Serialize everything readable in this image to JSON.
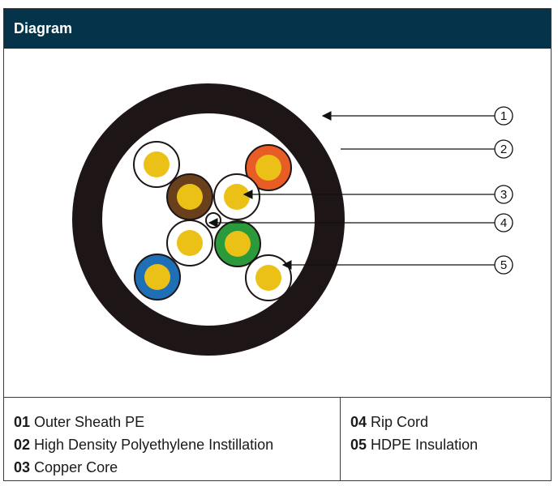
{
  "header": {
    "title": "Diagram"
  },
  "callouts": [
    "1",
    "2",
    "3",
    "4",
    "5"
  ],
  "legend": {
    "left": [
      {
        "num": "01",
        "label": "Outer Sheath PE"
      },
      {
        "num": "02",
        "label": "High Density Polyethylene Instillation"
      },
      {
        "num": "03",
        "label": "Copper Core"
      }
    ],
    "right": [
      {
        "num": "04",
        "label": "Rip Cord"
      },
      {
        "num": "05",
        "label": "HDPE Insulation"
      }
    ]
  },
  "colors": {
    "header_bg": "#05344a",
    "sheath": "#1e1516",
    "copper_core": "#ecc117",
    "insulation_white": "#ffffff",
    "insulation_brown": "#6a3f1b",
    "insulation_orange": "#e85d25",
    "insulation_green": "#2b9a3b",
    "insulation_blue": "#1e6fb5"
  }
}
